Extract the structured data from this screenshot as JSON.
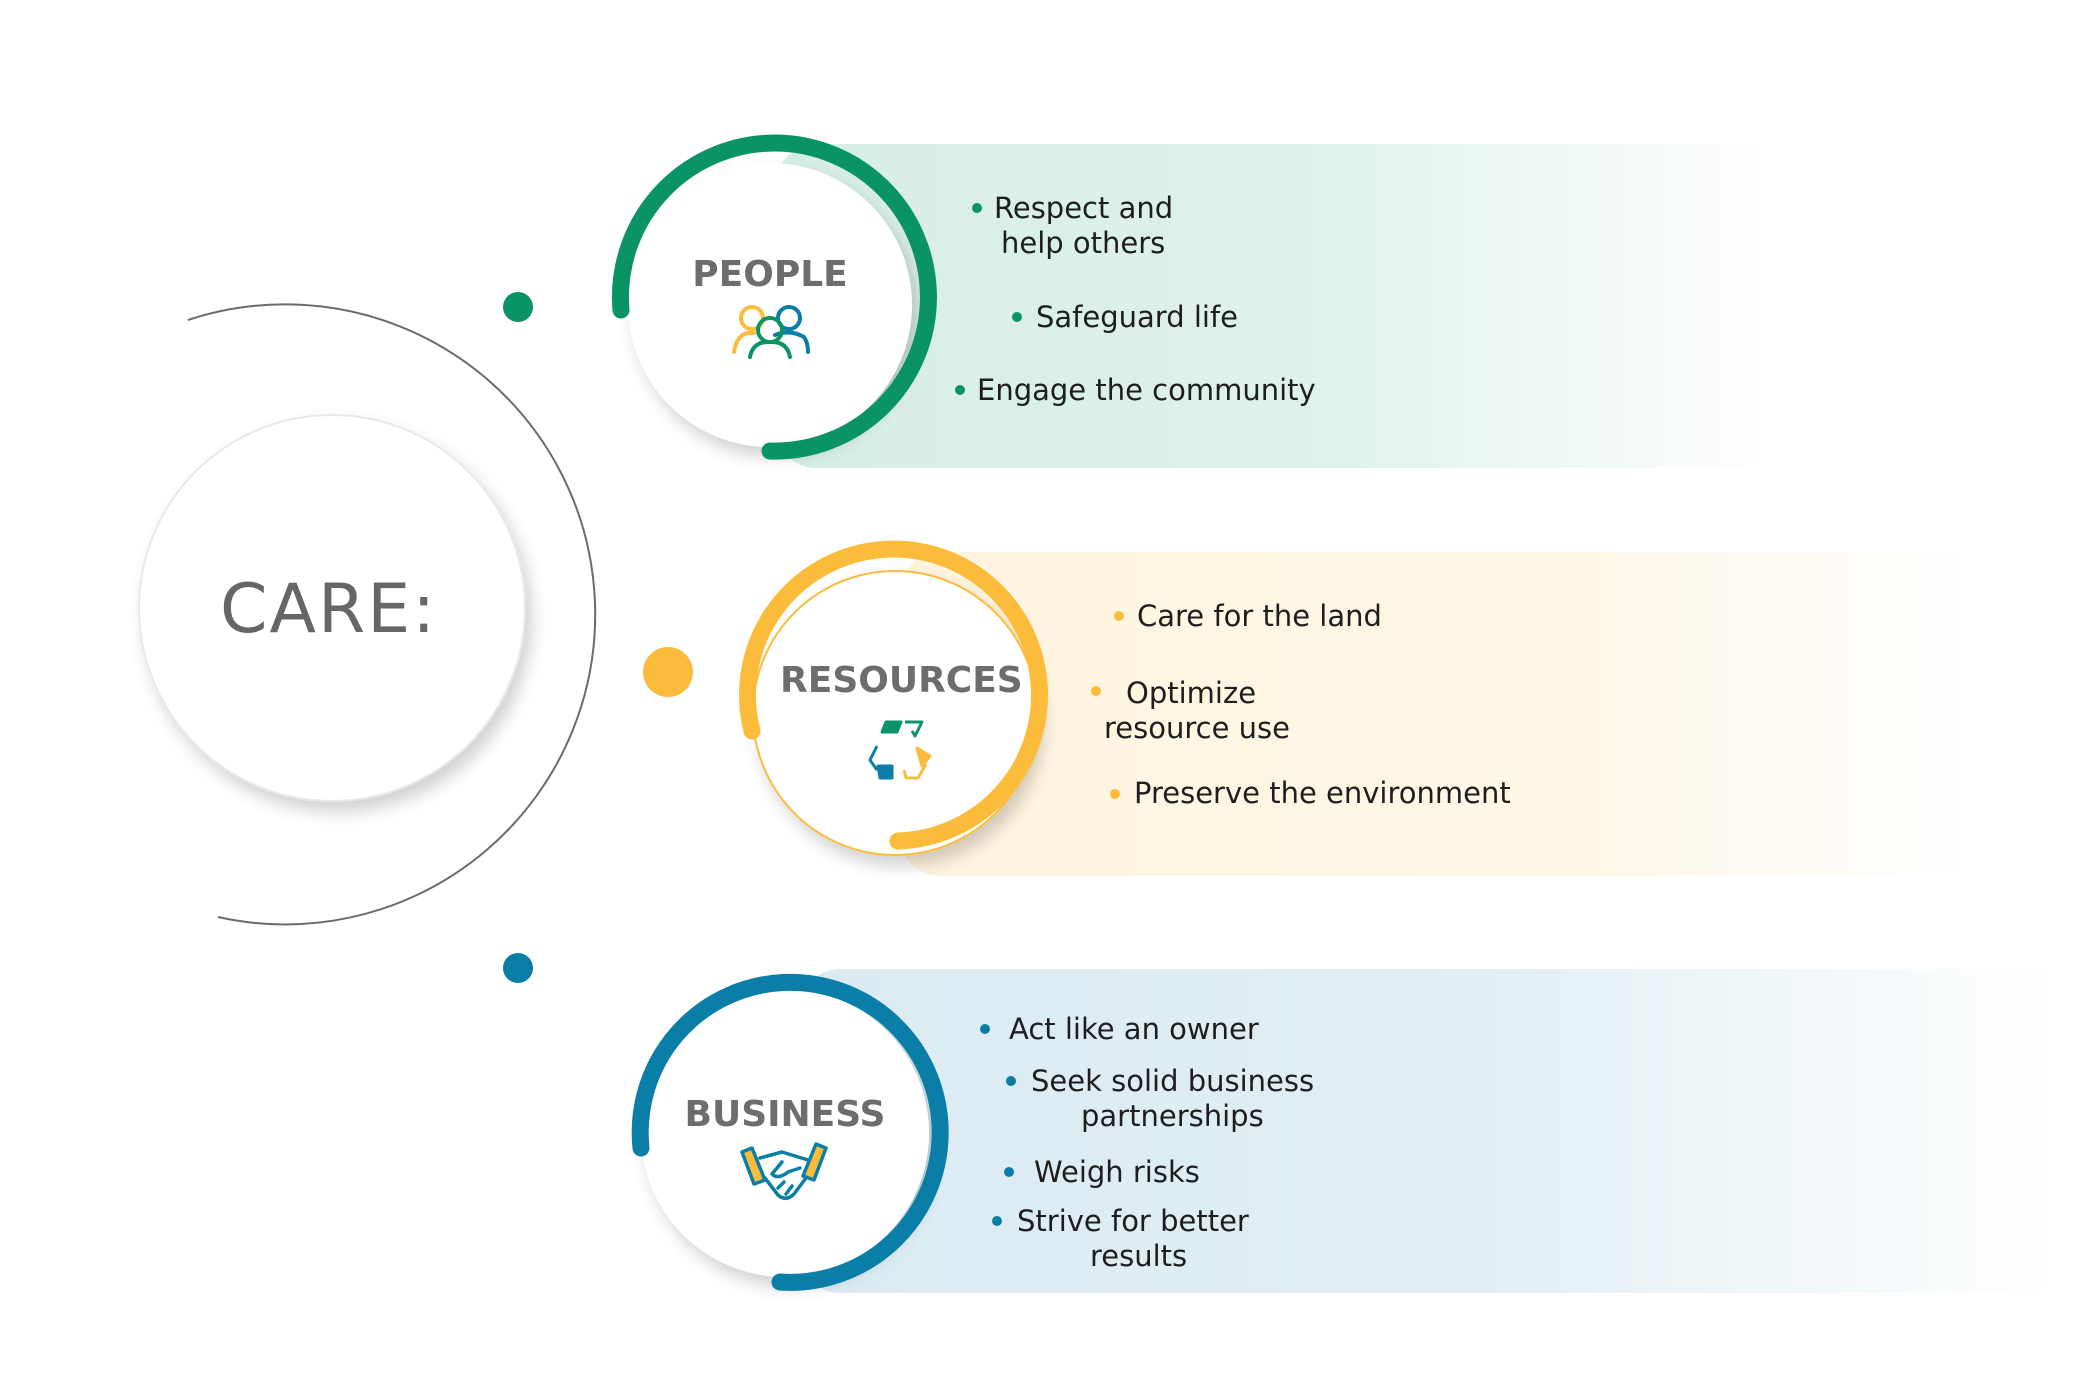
{
  "center": {
    "label": "CARE:"
  },
  "colors": {
    "people": "#0a9463",
    "resources": "#fbbc3c",
    "business": "#0a7ea6",
    "text": "#1e1e1e",
    "title": "#6d6d6d"
  },
  "pillars": [
    {
      "title": "PEOPLE",
      "icon": "people-icon",
      "items": [
        {
          "line1": "Respect and",
          "line2": "help others"
        },
        {
          "line1": "Safeguard life"
        },
        {
          "line1": "Engage the community"
        }
      ]
    },
    {
      "title": "RESOURCES",
      "icon": "recycle-icon",
      "items": [
        {
          "line1": "Care for the land"
        },
        {
          "line1": "Optimize",
          "line2": "resource use"
        },
        {
          "line1": "Preserve the environment"
        }
      ]
    },
    {
      "title": "BUSINESS",
      "icon": "handshake-icon",
      "items": [
        {
          "line1": "Act like an owner"
        },
        {
          "line1": "Seek solid business",
          "line2": "partnerships"
        },
        {
          "line1": "Weigh risks"
        },
        {
          "line1": "Strive for better",
          "line2": "results"
        }
      ]
    }
  ]
}
